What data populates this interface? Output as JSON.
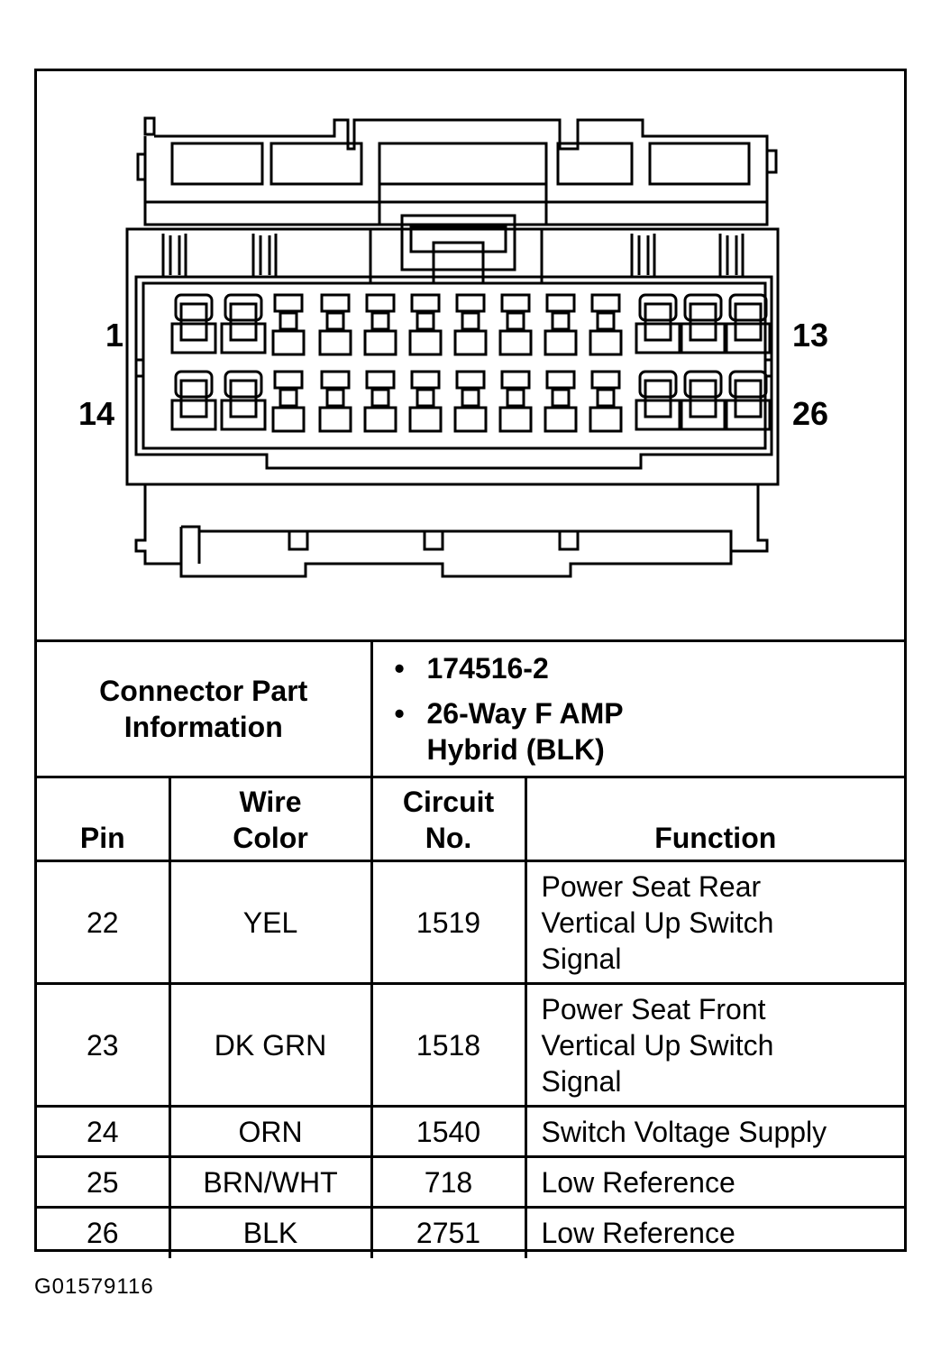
{
  "pin_labels": {
    "top_left": "1",
    "top_right": "13",
    "bottom_left": "14",
    "bottom_right": "26"
  },
  "connector_info": {
    "label_line1": "Connector Part",
    "label_line2": "Information",
    "bullet1": "174516-2",
    "bullet2_line1": "26-Way F AMP",
    "bullet2_line2": "Hybrid (BLK)"
  },
  "columns": {
    "pin": "Pin",
    "wire_line1": "Wire",
    "wire_line2": "Color",
    "circuit_line1": "Circuit",
    "circuit_line2": "No.",
    "function": "Function"
  },
  "rows": [
    {
      "pin": "22",
      "wire": "YEL",
      "circuit": "1519",
      "function": [
        "Power Seat Rear",
        "Vertical Up Switch",
        "Signal"
      ]
    },
    {
      "pin": "23",
      "wire": "DK GRN",
      "circuit": "1518",
      "function": [
        "Power Seat Front",
        "Vertical Up Switch",
        "Signal"
      ]
    },
    {
      "pin": "24",
      "wire": "ORN",
      "circuit": "1540",
      "function": [
        "Switch Voltage Supply"
      ]
    },
    {
      "pin": "25",
      "wire": "BRN/WHT",
      "circuit": "718",
      "function": [
        "Low Reference"
      ]
    },
    {
      "pin": "26",
      "wire": "BLK",
      "circuit": "2751",
      "function": [
        "Low Reference"
      ]
    }
  ],
  "figure_code": "G01579116"
}
